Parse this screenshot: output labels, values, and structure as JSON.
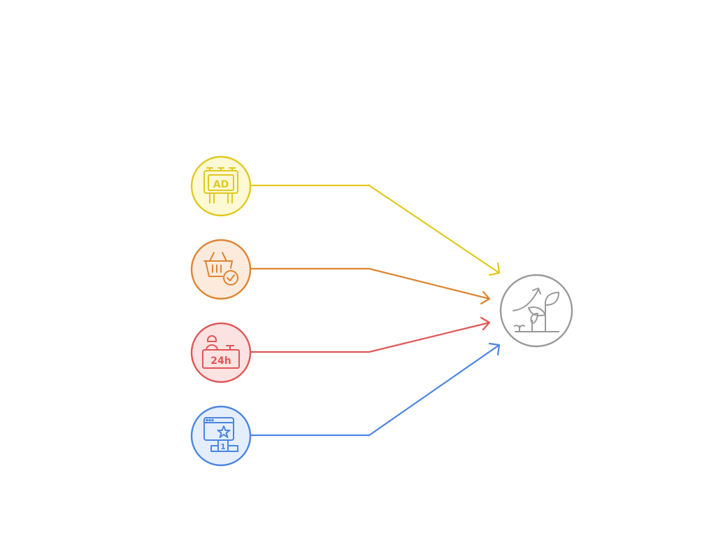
{
  "diagram": {
    "sources": [
      {
        "id": "advertising",
        "icon": "billboard-ad-icon",
        "color": "#E1C81E",
        "fill": "#FDF9D4",
        "glyph": "AD"
      },
      {
        "id": "purchase",
        "icon": "shopping-basket-check-icon",
        "color": "#DE8431",
        "fill": "#FCEBDD",
        "glyph": ""
      },
      {
        "id": "support",
        "icon": "24h-service-desk-icon",
        "color": "#E05656",
        "fill": "#FDE2E2",
        "glyph": "24h"
      },
      {
        "id": "ranking",
        "icon": "website-ranking-podium-icon",
        "color": "#4A86E0",
        "fill": "#E5EEFC",
        "glyph": "1"
      }
    ],
    "target": {
      "id": "growth",
      "icon": "plant-growth-icon",
      "color": "#999999",
      "fill": "#FFFFFF"
    }
  }
}
